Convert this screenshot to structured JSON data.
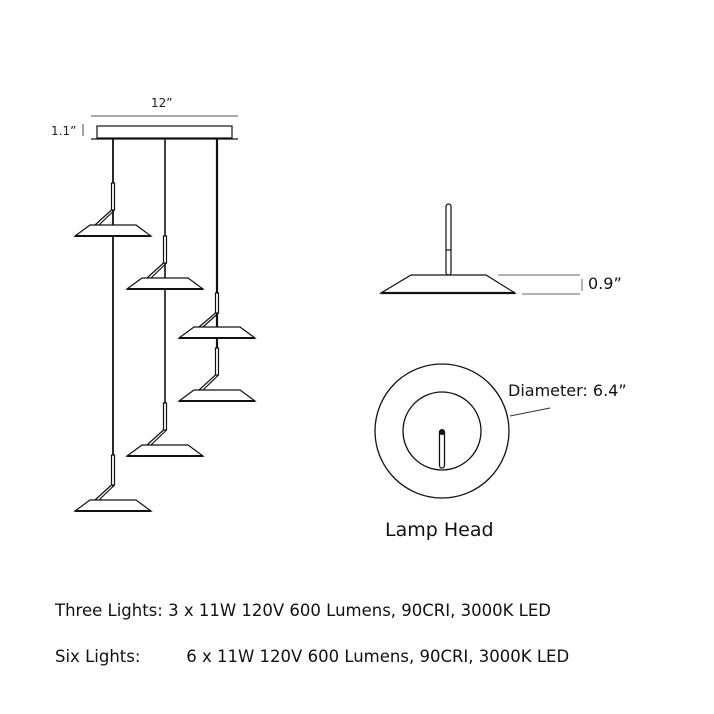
{
  "diagram": {
    "assembly": {
      "canopy_width_label": "12”",
      "canopy_height_label": "1.1”",
      "pendant_count": 6
    },
    "lamp_head": {
      "shade_height_label": "0.9”",
      "diameter_label": "Diameter: 6.4”",
      "caption": "Lamp Head"
    },
    "specs": [
      {
        "label": "Three Lights:",
        "value": "3 x 11W 120V 600 Lumens, 90CRI, 3000K LED"
      },
      {
        "label": "Six Lights:",
        "value": "6 x 11W 120V 600 Lumens, 90CRI, 3000K LED"
      }
    ],
    "colors": {
      "line": "#111111",
      "dim_line": "#666666",
      "background": "#ffffff"
    }
  }
}
